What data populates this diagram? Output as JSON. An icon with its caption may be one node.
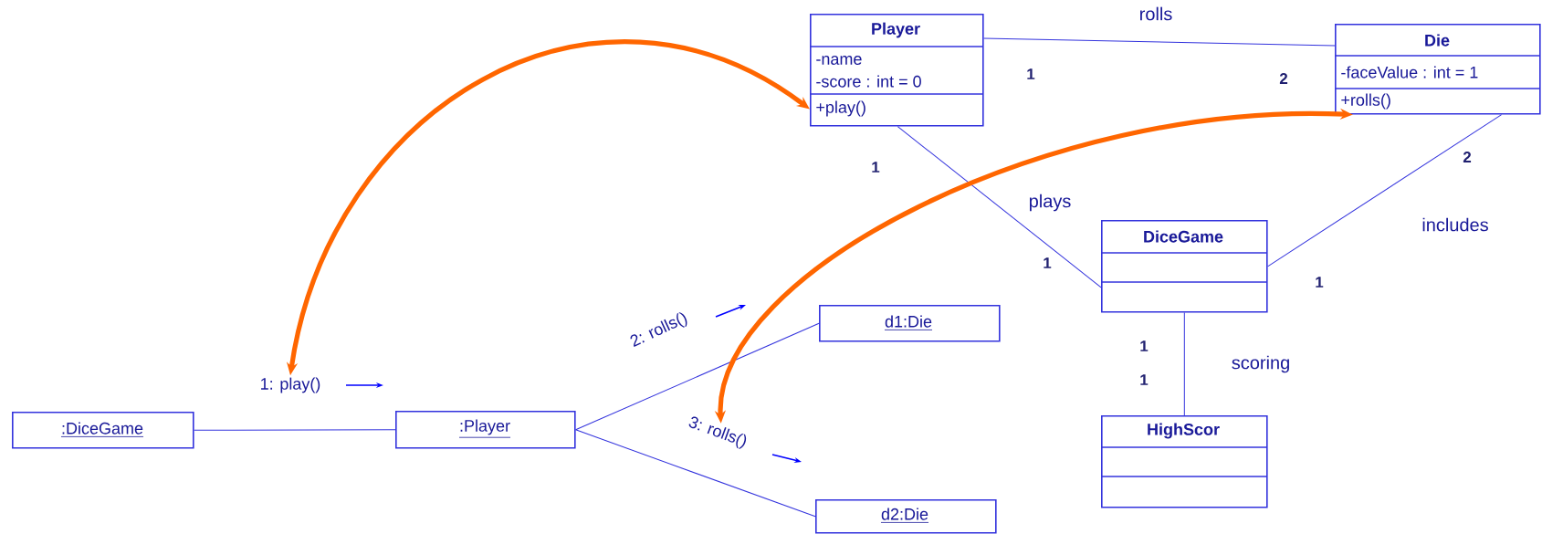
{
  "diagram": {
    "nodes": [
      {
        "text": [
          "Player",
          "-name",
          "-score : int = 0",
          "+play()"
        ]
      },
      {
        "text": [
          "Die",
          "-faceValue : int = 1",
          "+rolls()"
        ]
      },
      {
        "text": [
          "DiceGame"
        ]
      },
      {
        "text": [
          "HighScor"
        ]
      },
      {
        "text": [
          ":DiceGame"
        ]
      },
      {
        "text": [
          ":Player"
        ]
      },
      {
        "text": [
          "d1:Die"
        ]
      },
      {
        "text": [
          "d2:Die"
        ]
      },
      {
        "text": [
          "1: play()"
        ]
      },
      {
        "text": [
          "2: rolls()"
        ]
      },
      {
        "text": [
          "3: rolls()"
        ]
      }
    ],
    "edges": [
      {
        "from": 0,
        "to": 1,
        "arrow": "none",
        "label": "rolls"
      },
      {
        "from": 0,
        "to": 2,
        "arrow": "none",
        "label": "plays"
      },
      {
        "from": 1,
        "to": 2,
        "arrow": "none",
        "label": "includes"
      },
      {
        "from": 2,
        "to": 3,
        "arrow": "none",
        "label": "scoring"
      },
      {
        "from": 4,
        "to": 5,
        "arrow": "none"
      },
      {
        "from": 5,
        "to": 6,
        "arrow": "none"
      },
      {
        "from": 5,
        "to": 7,
        "arrow": "none"
      },
      {
        "from": 0,
        "to": 8,
        "arrow": "both",
        "style": "thick",
        "color": "#ff6600"
      },
      {
        "from": 1,
        "to": 10,
        "arrow": "both",
        "style": "thick",
        "color": "#ff6600"
      }
    ],
    "labels": [
      "1",
      "2",
      "1",
      "1",
      "2",
      "1",
      "1",
      "1"
    ]
  }
}
